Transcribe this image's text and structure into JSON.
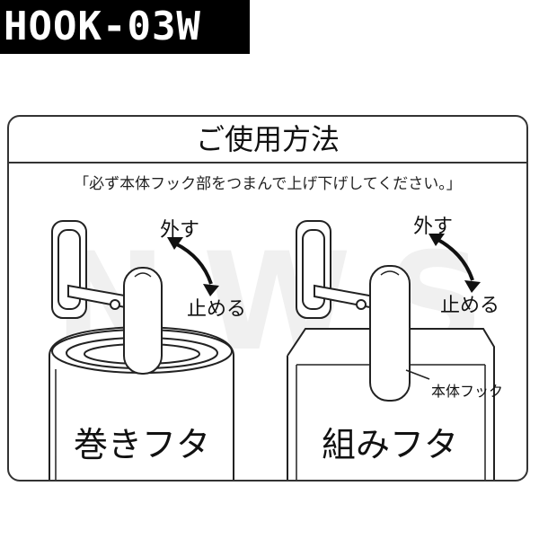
{
  "model": "HOOK-03W",
  "card": {
    "title": "ご使用方法",
    "instruction": "「必ず本体フック部をつまんで上げ下げしてください。」"
  },
  "left_panel": {
    "remove_label": "外す",
    "stop_label": "止める",
    "caption": "巻きフタ"
  },
  "right_panel": {
    "remove_label": "外す",
    "stop_label": "止める",
    "part_label": "本体フック",
    "caption": "組みフタ"
  },
  "watermark": "NWS"
}
